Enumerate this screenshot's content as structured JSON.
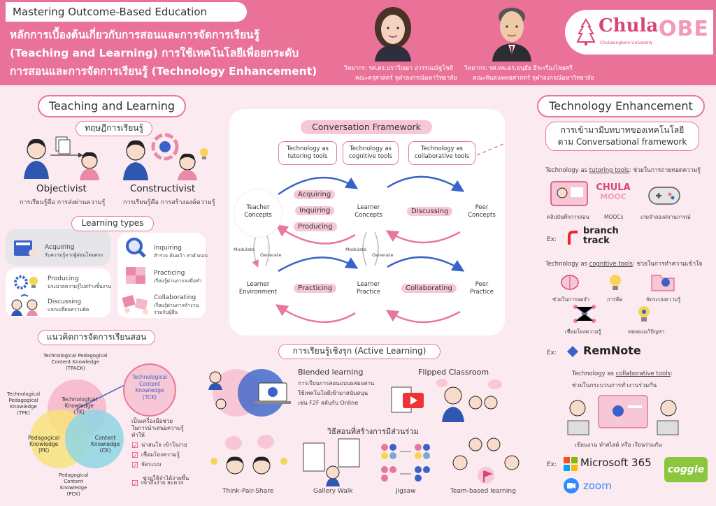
{
  "header": {
    "series": "Mastering Outcome-Based Education",
    "title_lines": [
      "หลักการเบื้องต้นเกี่ยวกับการสอนและการจัดการเรียนรู้",
      "(Teaching and Learning) การใช้เทคโนโลยีเพื่อยกระดับ",
      "การสอนและการจัดการเรียนรู้ (Technology Enhancement)"
    ],
    "speaker1_name": "วิทยากร: รศ.ดร.ปราวีณยา สุวรรณณัฐโชติ",
    "speaker1_org": "คณะครุศาสตร์ จุฬาลงกรณ์มหาวิทยาลัย",
    "speaker2_name": "วิทยากร: รศ.ทพ.ดร.ธนุธัย ธีระเรืองไชยศรี",
    "speaker2_org": "คณะทันตแพทยศาสตร์ จุฬาลงกรณ์มหาวิทยาลัย",
    "logo_chula": "Chula",
    "logo_chula_sub": "Chulalongkorn University",
    "logo_obe": "OBE"
  },
  "left": {
    "section": "Teaching and Learning",
    "theory": "ทฤษฎีการเรียนรู้",
    "objectivist": "Objectivist",
    "objectivist_desc": "การเรียนรู้คือ การส่งผ่านความรู้",
    "constructivist": "Constructivist",
    "constructivist_desc": "การเรียนรู้คือ การสร้างองค์ความรู้",
    "learning_types": "Learning types",
    "types": [
      {
        "name": "Acquiring",
        "desc": "รับความรู้จากผู้สอนโดยตรง"
      },
      {
        "name": "Producing",
        "desc": "ประมวลความรู้ไปสร้างชิ้นงาน"
      },
      {
        "name": "Discussing",
        "desc": "แลกเปลี่ยนความคิด"
      },
      {
        "name": "Inquiring",
        "desc": "สำรวจ ค้นคว้า หาคำตอบ"
      },
      {
        "name": "Practicing",
        "desc": "เรียนรู้ผ่านการลงมือทำ"
      },
      {
        "name": "Collaborating",
        "desc1": "เรียนรู้ผ่านการทำงาน",
        "desc2": "ร่วมกับผู้อื่น"
      }
    ],
    "concept": "แนวคิดการจัดการเรียนสอน",
    "tpack_title1": "Technological Pedagogical",
    "tpack_title2": "Content Knowledge",
    "tpack_title3": "(TPACK)",
    "tpk1": "Technological",
    "tpk2": "Pedagogical",
    "tpk3": "Knowledge",
    "tpk4": "(TPK)",
    "tk1": "Technological",
    "tk2": "Knowledge",
    "tk3": "(TK)",
    "pk1": "Pedagogical",
    "pk2": "Knowledge",
    "pk3": "(PK)",
    "ck1": "Content",
    "ck2": "Knowledge",
    "ck3": "(CK)",
    "pck1": "Pedagogical",
    "pck2": "Content",
    "pck3": "Knowledge",
    "pck4": "(PCK)",
    "tck1": "Technological",
    "tck2": "Content",
    "tck3": "Knowledge",
    "tck4": "(TCK)",
    "tool_line1": "เป็นเครื่องมือช่วย",
    "tool_line2": "ในการนำเสนอความรู้",
    "tool_line3": "ทำให้",
    "checks": [
      "น่าสนใจ เข้าใจง่าย",
      "เชื่อมโยงความรู้",
      "จัดระบบ",
      "ช่วยให้จำได้ง่ายขึ้น",
      "เข้าถึงง่าย สะดวก"
    ]
  },
  "center": {
    "framework": "Conversation Framework",
    "bubble1a": "Technology as",
    "bubble1b": "tutoring tools",
    "bubble2a": "Technology as",
    "bubble2b": "cognitive tools",
    "bubble3a": "Technology as",
    "bubble3b": "collaborative tools",
    "tc1": "Teacher",
    "tc2": "Concepts",
    "lc1": "Learner",
    "lc2": "Concepts",
    "pc1": "Peer",
    "pc2": "Concepts",
    "le1": "Learner",
    "le2": "Environment",
    "lp1": "Learner",
    "lp2": "Practice",
    "pp1": "Peer",
    "pp2": "Practice",
    "acquiring": "Acquiring",
    "inquiring": "Inquiring",
    "producing": "Producing",
    "discussing": "Discussing",
    "practicing": "Practicing",
    "collaborating": "Collaborating",
    "modulate": "Modulate",
    "generate": "Generate",
    "active": "การเรียนรู้เชิงรุก (Active Learning)",
    "blended": "Blended learning",
    "blended_desc1": "การเรียนการสอนแบบผสมผสาน",
    "blended_desc2": "ใช้เทคโนโลยีเข้ามาสนับสนุน",
    "blended_desc3": "เช่น F2F สลับกับ Online",
    "flipped": "Flipped Classroom",
    "participation": "วิธีสอนที่สร้างการมีส่วนร่วม",
    "methods": [
      "Think-Pair-Share",
      "Gallery Walk",
      "Jigsaw",
      "Team-based learning"
    ]
  },
  "right": {
    "section": "Technology Enhancement",
    "role1": "การเข้ามามีบทบาทของเทคโนโลยี",
    "role2": "ตาม Conversational framework",
    "tutoring_pre": "Technology as ",
    "tutoring_key": "tutoring tools",
    "tutoring_post": ": ช่วยในการถ่ายทอดความรู้",
    "clip": "คลิปบันทึกการสอน",
    "moocs": "MOOCs",
    "game": "เกมจำลองสถานการณ์",
    "mooc_logo1": "CHULA",
    "mooc_logo2": "MOOC",
    "ex": "Ex:",
    "branch1": "branch",
    "branch2": "track",
    "cognitive_pre": "Technology as ",
    "cognitive_key": "cognitive tools",
    "cognitive_post": ": ช่วยในการทำความเข้าใจ",
    "cog_items": [
      "ช่วยในการจดจำ",
      "การคิด",
      "จัดระบบความรู้",
      "เชื่อมโยงความรู้",
      "ทดลองแก้ปัญหา"
    ],
    "remnote": "RemNote",
    "collab_pre": "Technology as ",
    "collab_key": "collaborative tools",
    "collab_post": ":",
    "collab_desc": "ช่วยในกระบวนการทำงานร่วมกัน",
    "collab_items": "เขียนงาน ทำสไลด์ หรือ เรียนร่วมกัน",
    "ms365": "Microsoft 365",
    "coggle": "coggle",
    "zoom": "zoom"
  },
  "colors": {
    "pink": "#ea7197",
    "blue": "#3a63c9",
    "light_pink": "#f7c7d6"
  }
}
